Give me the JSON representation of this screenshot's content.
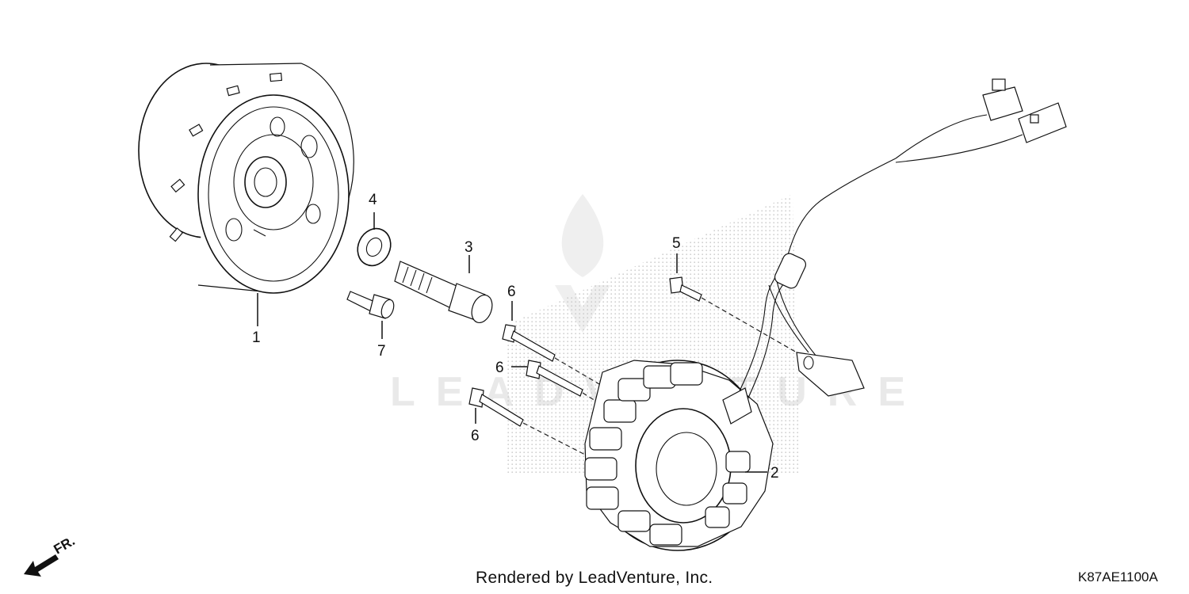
{
  "diagram": {
    "part_labels": {
      "p1": "1",
      "p2": "2",
      "p3": "3",
      "p4": "4",
      "p5": "5",
      "p6a": "6",
      "p6b": "6",
      "p6c": "6",
      "p7": "7"
    },
    "direction": "FR.",
    "watermark": "LEADVENTURE",
    "credit": "Rendered by LeadVenture, Inc.",
    "catalog_code": "K87AE1100A"
  },
  "colors": {
    "ink": "#111111",
    "watermark": "#e9e9e9",
    "hatch": "#c8c8c8"
  }
}
